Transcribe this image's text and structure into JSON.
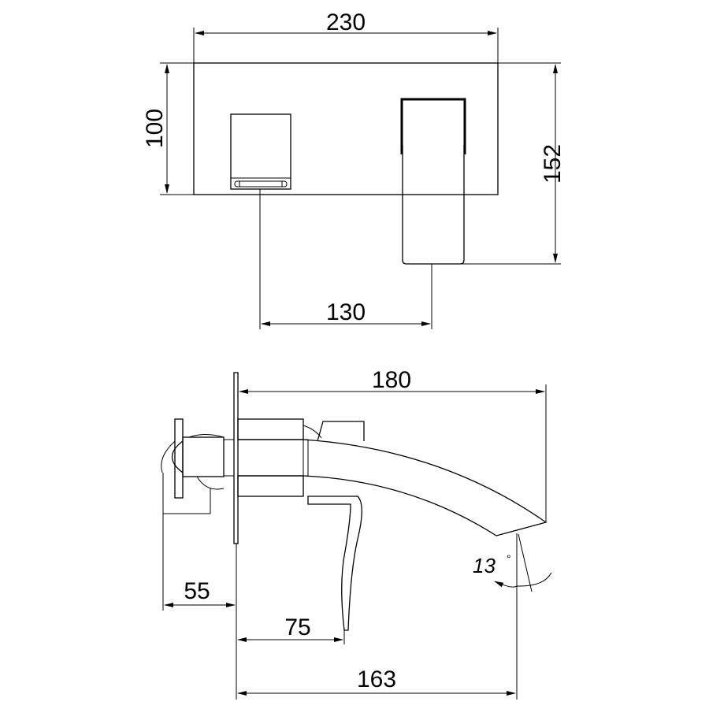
{
  "top_view": {
    "width_label": "230",
    "plate_height_label": "100",
    "total_height_label": "152",
    "center_distance_label": "130"
  },
  "side_view": {
    "spout_reach_label": "180",
    "handle_depth_label": "55",
    "lever_reach_label": "75",
    "outlet_reach_label": "163",
    "angle_label": "13",
    "degree_symbol": "°"
  },
  "colors": {
    "line": "#000000",
    "background": "#ffffff"
  }
}
